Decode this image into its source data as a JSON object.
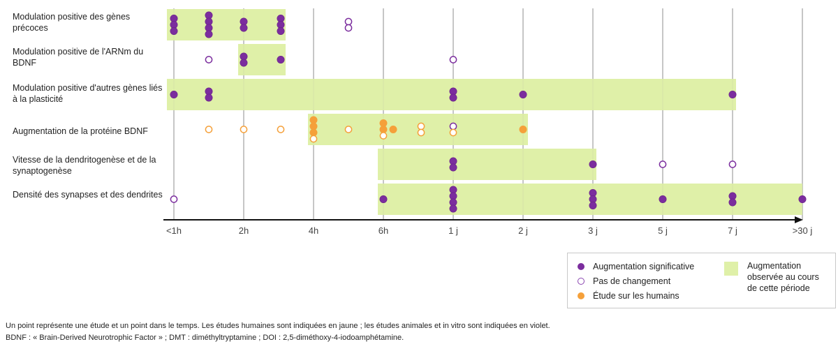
{
  "chart_data": {
    "type": "scatter",
    "title": "",
    "xlabel": "",
    "ylabel": "",
    "x_categories": [
      "<1h",
      "2h",
      "4h",
      "6h",
      "1 j",
      "2 j",
      "3 j",
      "5 j",
      "7 j",
      ">30 j"
    ],
    "rows": [
      {
        "label": "Modulation positive des gènes précoces",
        "bands": [
          {
            "from": 0,
            "to": 1.6
          }
        ],
        "points": [
          {
            "x": 0,
            "kind": "significant",
            "group": "animal",
            "count": 3
          },
          {
            "x": 0.5,
            "kind": "significant",
            "group": "animal",
            "count": 4
          },
          {
            "x": 1,
            "kind": "significant",
            "group": "animal",
            "count": 2
          },
          {
            "x": 1.53,
            "kind": "significant",
            "group": "animal",
            "count": 3
          },
          {
            "x": 2.5,
            "kind": "no_change",
            "group": "animal",
            "count": 2
          }
        ]
      },
      {
        "label": "Modulation positive de l'ARNm du BDNF",
        "bands": [
          {
            "from": 0.92,
            "to": 1.6
          }
        ],
        "points": [
          {
            "x": 0.5,
            "kind": "no_change",
            "group": "animal",
            "count": 1
          },
          {
            "x": 1,
            "kind": "significant",
            "group": "animal",
            "count": 2
          },
          {
            "x": 1.53,
            "kind": "significant",
            "group": "animal",
            "count": 1
          },
          {
            "x": 4,
            "kind": "no_change",
            "group": "animal",
            "count": 1
          }
        ]
      },
      {
        "label": "Modulation positive d'autres gènes liés à la plasticité",
        "bands": [
          {
            "from": -0.1,
            "to": 8.05
          }
        ],
        "points": [
          {
            "x": 0,
            "kind": "significant",
            "group": "animal",
            "count": 1
          },
          {
            "x": 0.5,
            "kind": "significant",
            "group": "animal",
            "count": 2
          },
          {
            "x": 4,
            "kind": "significant",
            "group": "animal",
            "count": 2
          },
          {
            "x": 5,
            "kind": "significant",
            "group": "animal",
            "count": 1
          },
          {
            "x": 8,
            "kind": "significant",
            "group": "animal",
            "count": 1
          }
        ]
      },
      {
        "label": "Augmentation de la protéine BDNF",
        "bands": [
          {
            "from": 1.92,
            "to": 5.07
          }
        ],
        "points": [
          {
            "x": 0.5,
            "kind": "no_change",
            "group": "human",
            "count": 1
          },
          {
            "x": 1,
            "kind": "no_change",
            "group": "human",
            "count": 1
          },
          {
            "x": 1.53,
            "kind": "no_change",
            "group": "human",
            "count": 1
          },
          {
            "x": 2,
            "kind": "significant",
            "group": "human",
            "count": 3,
            "extra_no_change": 1
          },
          {
            "x": 2.5,
            "kind": "no_change",
            "group": "human",
            "count": 1
          },
          {
            "x": 3,
            "kind": "significant",
            "group": "human",
            "count": 2,
            "extra_no_change": 1
          },
          {
            "x": 3.14,
            "kind": "significant",
            "group": "human",
            "count": 1
          },
          {
            "x": 3.54,
            "kind": "no_change",
            "group": "human",
            "count": 2
          },
          {
            "x": 4,
            "kind": "no_change",
            "group": "animal",
            "count": 1,
            "extra_human_no_change": 1
          },
          {
            "x": 5,
            "kind": "significant",
            "group": "human",
            "count": 1
          }
        ]
      },
      {
        "label": "Vitesse de la dendritogenèse et de la synaptogenèse",
        "bands": [
          {
            "from": 2.92,
            "to": 6.05
          }
        ],
        "points": [
          {
            "x": 4,
            "kind": "significant",
            "group": "animal",
            "count": 2
          },
          {
            "x": 6,
            "kind": "significant",
            "group": "animal",
            "count": 1
          },
          {
            "x": 7,
            "kind": "no_change",
            "group": "animal",
            "count": 1
          },
          {
            "x": 8,
            "kind": "no_change",
            "group": "animal",
            "count": 1
          }
        ]
      },
      {
        "label": "Densité des synapses et des dendrites",
        "bands": [
          {
            "from": 2.92,
            "to": 9
          }
        ],
        "points": [
          {
            "x": 0,
            "kind": "no_change",
            "group": "animal",
            "count": 1
          },
          {
            "x": 3,
            "kind": "significant",
            "group": "animal",
            "count": 1
          },
          {
            "x": 4,
            "kind": "significant",
            "group": "animal",
            "count": 4
          },
          {
            "x": 6,
            "kind": "significant",
            "group": "animal",
            "count": 3
          },
          {
            "x": 7,
            "kind": "significant",
            "group": "animal",
            "count": 1
          },
          {
            "x": 8,
            "kind": "significant",
            "group": "animal",
            "count": 2
          },
          {
            "x": 9,
            "kind": "significant",
            "group": "animal",
            "count": 1
          }
        ]
      }
    ],
    "grid": true,
    "legend_position": "bottom-right",
    "legend": {
      "significant": "Augmentation significative",
      "no_change": "Pas de changement",
      "human": "Étude sur les humains",
      "band": "Augmentation observée au cours de cette période"
    }
  },
  "colors": {
    "purple": "#7b2d9e",
    "orange": "#f5a03a",
    "band": "#dff0a8",
    "grid": "#a8a8a8",
    "axis": "#111111"
  },
  "notes": [
    "Un point représente une étude et un point dans le temps. Les études humaines sont indiquées en jaune ; les études animales et in vitro sont indiquées en violet.",
    "BDNF : « Brain-Derived Neurotrophic Factor » ; DMT : diméthyltryptamine ; DOI : 2,5-diméthoxy-4-iodoamphétamine."
  ]
}
